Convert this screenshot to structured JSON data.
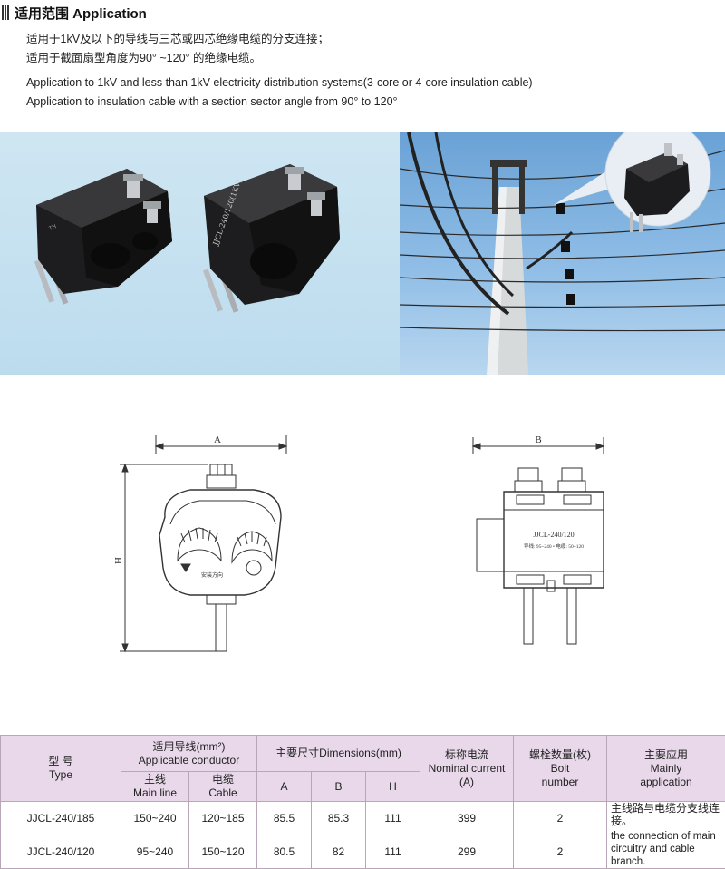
{
  "header": {
    "title": "适用范围 Application"
  },
  "intro": {
    "zh_lines": [
      "适用于1kV及以下的导线与三芯或四芯绝缘电缆的分支连接；",
      "适用于截面扇型角度为90°  ~120°  的绝缘电缆。"
    ],
    "en_lines": [
      "Application to 1kV and less than 1kV electricity distribution systems(3-core or 4-core insulation cable)",
      "Application to insulation cable with a section sector angle from 90°  to 120°"
    ]
  },
  "photo": {
    "product_label": "JJCL-240/120(1KV)",
    "brand_mark": "TH"
  },
  "drawing": {
    "dim_a": "A",
    "dim_b": "B",
    "dim_h": "H",
    "front_mark": "安装方向",
    "side_model": "JJCL-240/120",
    "side_sub": "导线: 95~240 • 电缆: 50~120"
  },
  "table": {
    "headers": {
      "type_zh": "型    号",
      "type_en": "Type",
      "conductor_zh": "适用导线(mm²)",
      "conductor_en": "Applicable conductor",
      "main_zh": "主线",
      "main_en": "Main line",
      "cable_zh": "电缆",
      "cable_en": "Cable",
      "dims": "主要尺寸Dimensions(mm)",
      "a": "A",
      "b": "B",
      "h": "H",
      "current_zh": "标称电流",
      "current_en": "Nominal current",
      "current_unit": "(A)",
      "bolt_zh": "螺栓数量(枚)",
      "bolt_en1": "Bolt",
      "bolt_en2": "number",
      "app_zh": "主要应用",
      "app_en1": "Mainly",
      "app_en2": "application"
    },
    "rows": [
      {
        "type": "JJCL-240/185",
        "main": "150~240",
        "cable": "120~185",
        "a": "85.5",
        "b": "85.3",
        "h": "111",
        "current": "399",
        "bolts": "2"
      },
      {
        "type": "JJCL-240/120",
        "main": "95~240",
        "cable": "150~120",
        "a": "80.5",
        "b": "82",
        "h": "111",
        "current": "299",
        "bolts": "2"
      }
    ],
    "application_zh": "主线路与电缆分支线连接。",
    "application_en": "the connection of main circuitry and cable branch."
  }
}
